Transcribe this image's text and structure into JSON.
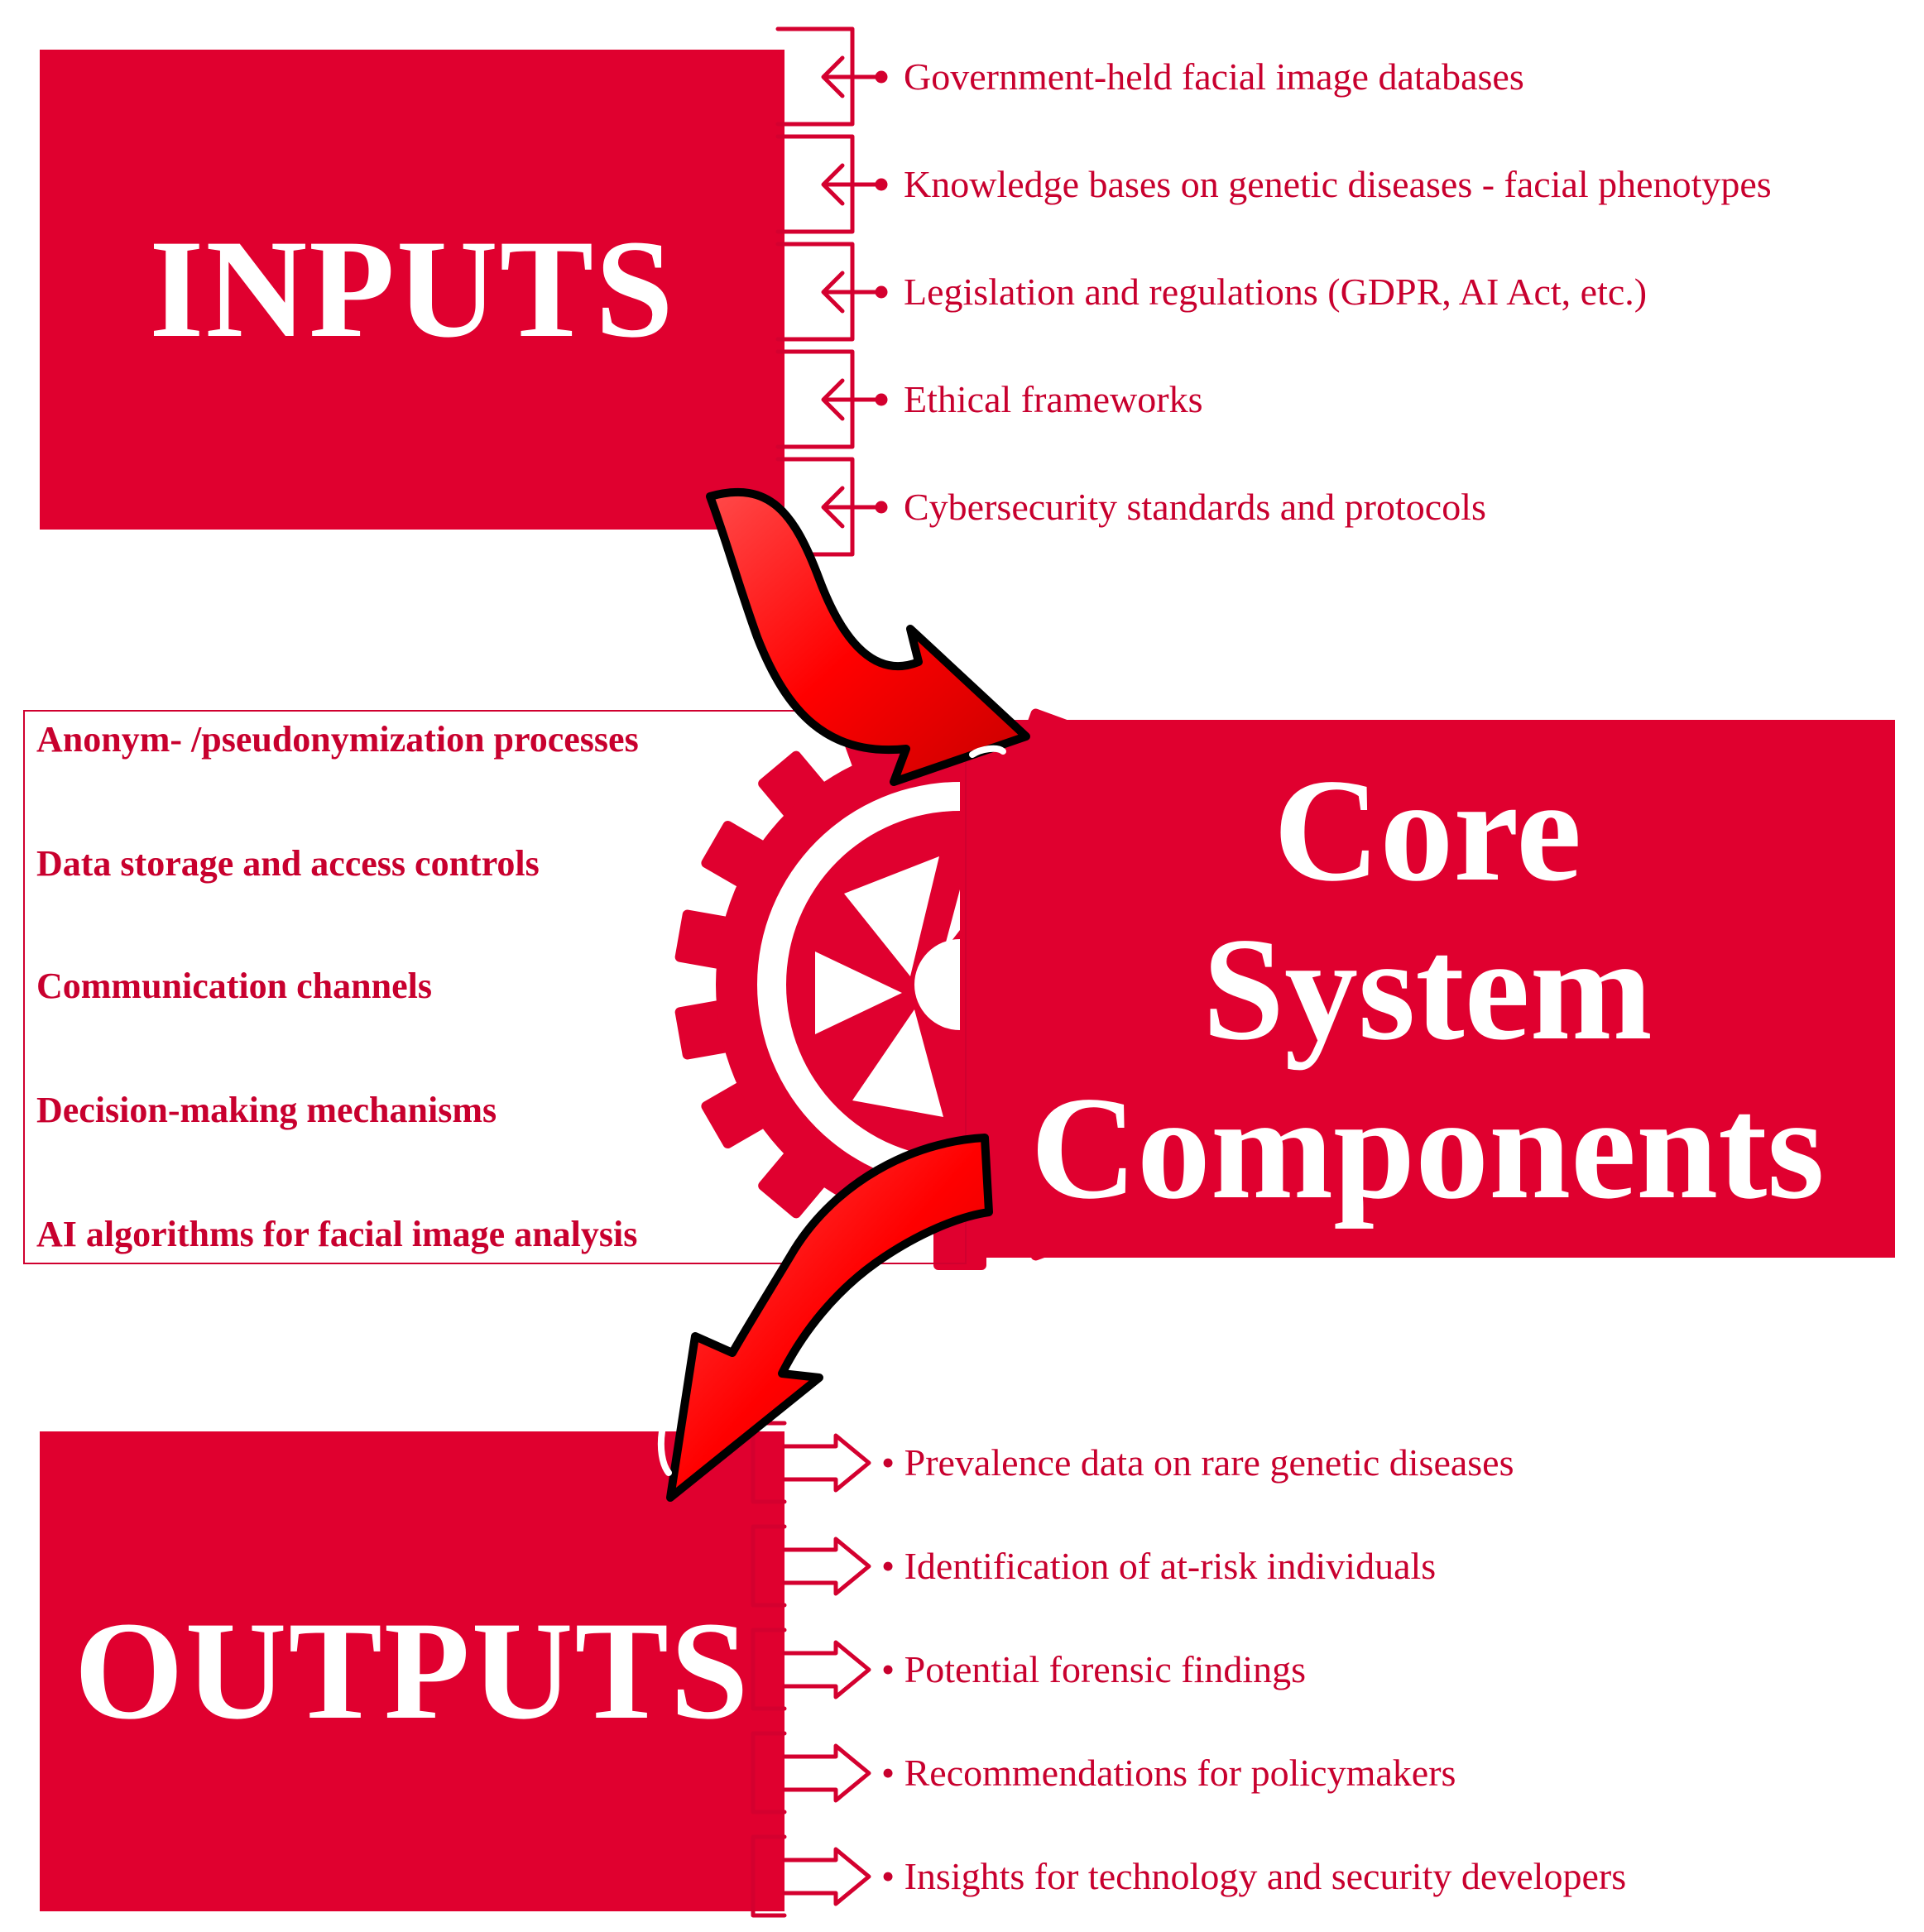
{
  "inputs": {
    "title": "INPUTS",
    "items": [
      "Government-held facial image databases",
      "Knowledge bases on genetic diseases - facial phenotypes",
      "Legislation and regulations (GDPR, AI Act, etc.)",
      "Ethical frameworks",
      "Cybersecurity standards and protocols"
    ]
  },
  "core": {
    "title_lines": [
      "Core",
      "System",
      "Components"
    ],
    "items": [
      "Anonym- /pseudonymization processes",
      "Data storage and access controls",
      "Communication channels",
      "Decision-making mechanisms",
      "AI algorithms for facial image analysis"
    ]
  },
  "outputs": {
    "title": "OUTPUTS",
    "items": [
      "• Prevalence data on rare genetic diseases",
      "• Identification of at-risk individuals",
      "• Potential forensic findings",
      "• Recommendations for policymakers",
      "• Insights for technology and security developers"
    ]
  },
  "colors": {
    "primary_red": "#e0002f",
    "text_red": "#c8002e",
    "arrow_red": "#ff0000",
    "arrow_outline": "#000000"
  },
  "icons": [
    "gear-icon",
    "flow-arrow-icon",
    "bracket-arrow-icon"
  ]
}
